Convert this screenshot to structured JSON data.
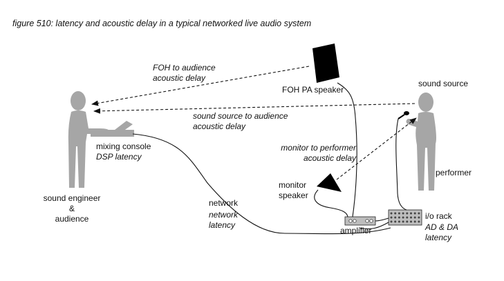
{
  "title": "figure 510: latency and acoustic delay in a typical networked live audio system",
  "labels": {
    "foh_audience_delay": [
      "FOH to audience",
      "acoustic delay"
    ],
    "foh_speaker": "FOH PA speaker",
    "sound_source": "sound source",
    "source_audience_delay": [
      "sound source to audience",
      "acoustic delay"
    ],
    "mixing_console": "mixing console",
    "dsp_latency": "DSP latency",
    "monitor_performer_delay": [
      "monitor to performer",
      "acoustic delay"
    ],
    "performer": "performer",
    "sound_engineer": [
      "sound engineer",
      "&",
      "audience"
    ],
    "monitor_speaker": [
      "monitor",
      "speaker"
    ],
    "network": "network",
    "network_latency": [
      "network",
      "latency"
    ],
    "io_rack": "i/o rack",
    "ad_da_latency": [
      "AD & DA",
      "latency"
    ],
    "amplifier": "amplifier"
  },
  "colors": {
    "figure_gray": "#a6a6a6",
    "line": "#111111",
    "speaker_black": "#000000"
  }
}
